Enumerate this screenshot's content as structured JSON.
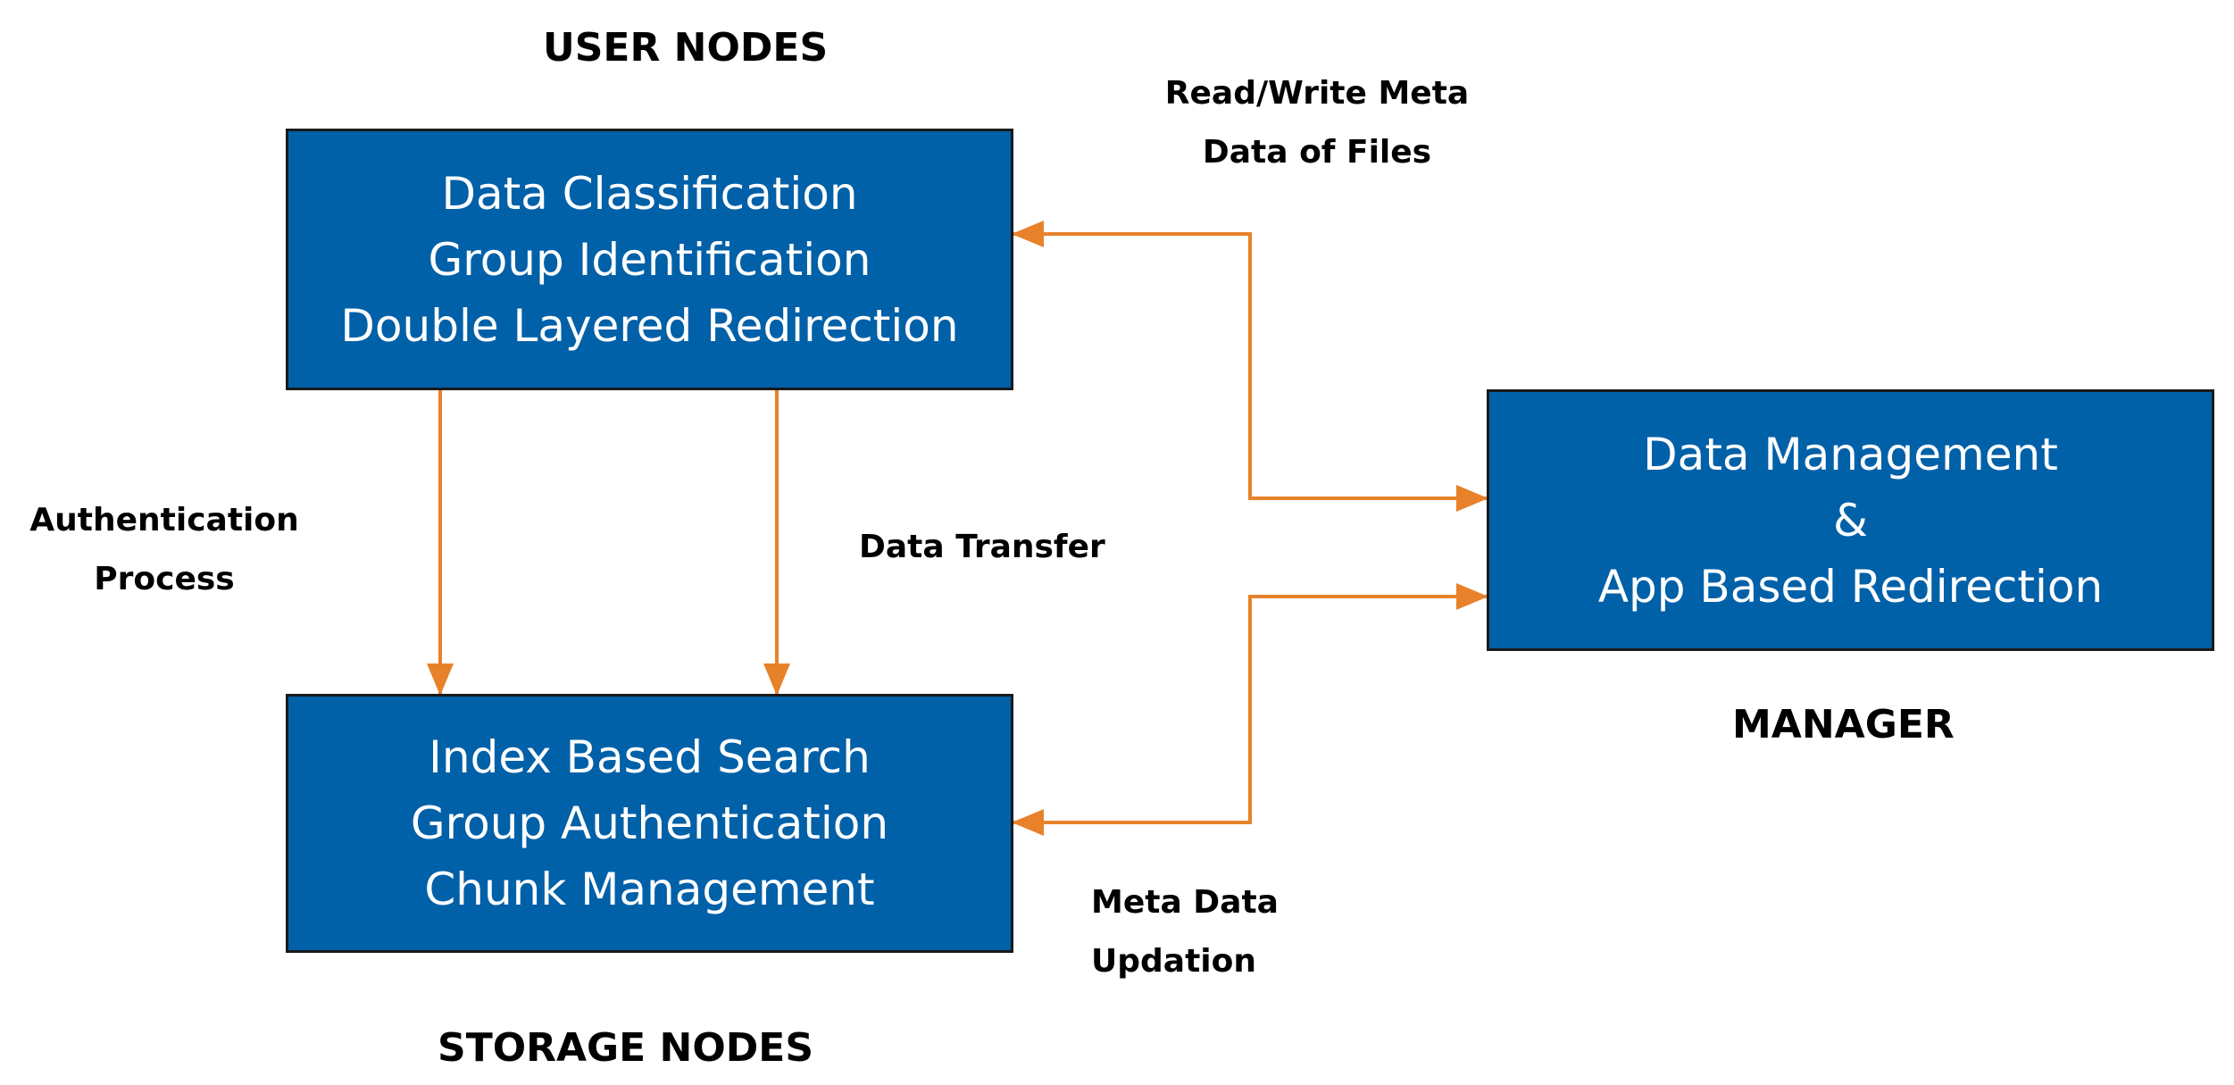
{
  "headings": {
    "user_nodes": "USER NODES",
    "storage_nodes": "STORAGE NODES",
    "manager": "MANAGER"
  },
  "boxes": {
    "user_nodes": [
      "Data Classification",
      "Group Identification",
      "Double Layered Redirection"
    ],
    "storage_nodes": [
      "Index Based Search",
      "Group Authentication",
      "Chunk Management"
    ],
    "manager": [
      "Data Management",
      "&",
      "App Based Redirection"
    ]
  },
  "edge_labels": {
    "authentication": [
      "Authentication",
      "Process"
    ],
    "data_transfer": [
      "Data Transfer"
    ],
    "read_write_meta": [
      "Read/Write Meta",
      "Data of Files"
    ],
    "meta_updation": [
      "Meta Data",
      "Updation"
    ]
  },
  "colors": {
    "box_fill": "#0060a8",
    "box_border": "#1a1a1a",
    "arrow": "#e8822a",
    "text_on_box": "#ffffff"
  }
}
